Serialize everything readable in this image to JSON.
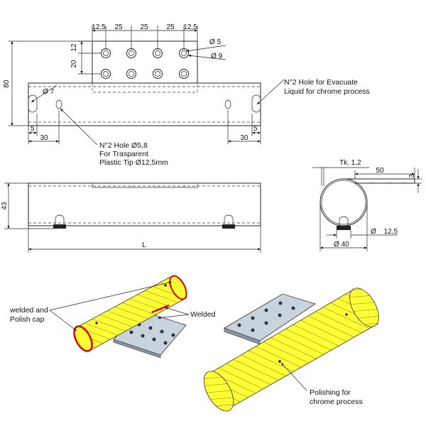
{
  "drawing": {
    "top_view": {
      "hole_spacing": [
        "12,5",
        "25",
        "25",
        "25",
        "12,5"
      ],
      "plate_offsets": [
        "12",
        "20"
      ],
      "hole_diameters": [
        "5",
        "9"
      ],
      "overall_height": "80",
      "end_hole": "7",
      "end_offsets": [
        "5",
        "5"
      ],
      "hole_positions": [
        "30",
        "30"
      ]
    },
    "side_view": {
      "height": "43",
      "length": "L"
    },
    "section_view": {
      "thickness": "Tk. 1,2",
      "plate_width": "50",
      "plate_thickness": "3",
      "foot_diameter": "12,5",
      "tube_diameter": "40"
    },
    "notes": {
      "evacuate_line1": "N°2 Hole for Evacuate",
      "evacuate_line2": "Liquid for chrome process",
      "hole_line1": "N°2 Hole Ø5,8",
      "hole_line2": "For Trasparent",
      "hole_line3": "Plastic Tip Ø12,5mm",
      "welded_cap_line1": "welded and",
      "welded_cap_line2": "Polish cap",
      "welded": "Welded",
      "polishing_line1": "Polishing for",
      "polishing_line2": "chrome process"
    },
    "colors": {
      "tube_fill": "#ffff33",
      "cap_edge": "#e00000",
      "plate_fill": "#c9d3dd"
    }
  }
}
